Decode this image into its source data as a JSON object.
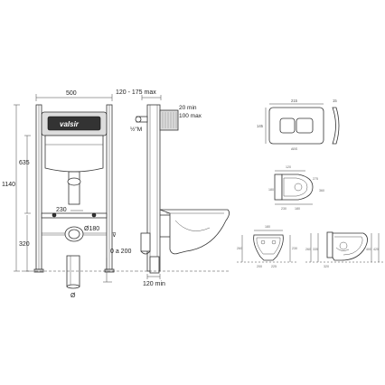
{
  "front_view": {
    "width_label": "500",
    "height_total_label": "1140",
    "height_cistern_label": "635",
    "height_bracket_label": "320",
    "pipe_distance_label": "230",
    "pipe_diameter_label": "Ø180",
    "drain_range_label": "0 a 200",
    "bottom_pipe_label": "Ø",
    "brand_label": "valsir"
  },
  "side_view": {
    "depth_range_label": "120 - 175 max",
    "plate_min_label": "20 min",
    "plate_max_label": "100 max",
    "thread_label": "½\"M",
    "bottom_depth_label": "120 min"
  },
  "flush_plate": {
    "width_label": "215",
    "height_label": "145",
    "depth_label": "15",
    "model_label": "ABS"
  },
  "bowl_top_view": {
    "top_label": "120",
    "side_label_1": "180",
    "side_label_2": "275",
    "side_label_3": "360",
    "bottom_label_1": "230",
    "bottom_label_2": "180"
  },
  "bowl_front_view": {
    "top_label": "180",
    "left_label": "260",
    "mid_label_1": "200",
    "mid_label_2": "225",
    "right_label": "230"
  },
  "bowl_side_view": {
    "height_label_1": "260",
    "height_label_2": "335",
    "height_label_3": "400",
    "height_label_4": "425",
    "height_label_5": "320"
  }
}
